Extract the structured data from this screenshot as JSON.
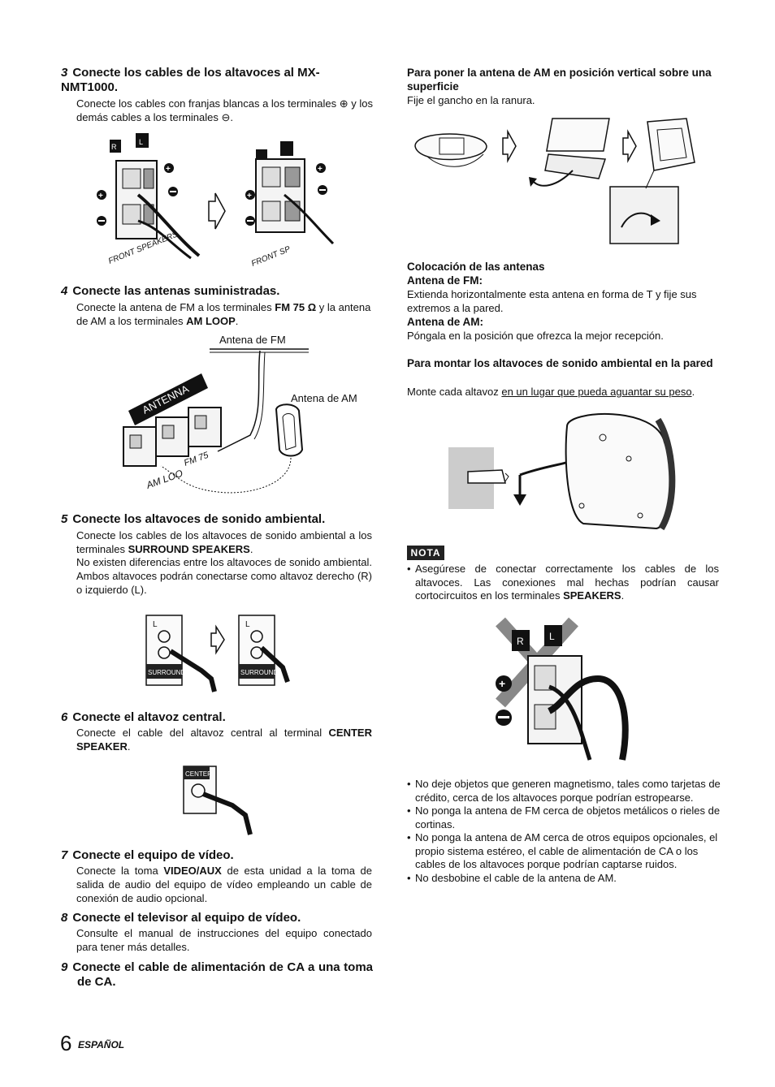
{
  "left": {
    "step3": {
      "num": "3",
      "title": "Conecte los cables de los altavoces al MX-NMT1000.",
      "text": "Conecte los cables con franjas blancas a los terminales ⊕ y los demás cables a los terminales ⊖."
    },
    "fig1": {
      "tag_r": "R",
      "tag_l": "L",
      "label_left": "FRONT SPEAKERS",
      "label_right": "FRONT SP"
    },
    "step4": {
      "num": "4",
      "title": "Conecte las antenas suministradas.",
      "text_a": "Conecte la antena de FM a los terminales ",
      "text_b": "FM 75 Ω",
      "text_c": " y la antena de AM a los terminales ",
      "text_d": "AM LOOP",
      "text_e": "."
    },
    "fig2": {
      "fm_label": "Antena de FM",
      "am_label": "Antena de AM",
      "antenna": "ANTENNA",
      "fm75": "FM 75",
      "amloop": "AM LOO"
    },
    "step5": {
      "num": "5",
      "title": "Conecte los altavoces de sonido ambiental.",
      "p1a": "Conecte los cables de los altavoces de sonido ambiental a los terminales ",
      "p1b": "SURROUND SPEAKERS",
      "p1c": ".",
      "p2": "No existen diferencias entre los altavoces de sonido ambiental. Ambos altavoces podrán conectarse como altavoz derecho (R) o izquierdo (L)."
    },
    "fig3": {
      "surround": "SURROUND",
      "tag_l": "L"
    },
    "step6": {
      "num": "6",
      "title": "Conecte el altavoz central.",
      "text_a": "Conecte el cable del altavoz central al terminal ",
      "text_b": "CENTER SPEAKER",
      "text_c": "."
    },
    "fig4": {
      "center": "CENTER"
    },
    "step7": {
      "num": "7",
      "title": "Conecte el equipo de vídeo.",
      "text_a": "Conecte la toma ",
      "text_b": "VIDEO/AUX",
      "text_c": " de esta unidad a la toma de salida de audio del equipo de vídeo empleando un cable de conexión de audio opcional."
    },
    "step8": {
      "num": "8",
      "title": "Conecte el televisor al equipo de vídeo.",
      "text": "Consulte el manual de instrucciones del equipo conectado para tener más detalles."
    },
    "step9": {
      "num": "9",
      "title": "Conecte el cable de alimentación de CA a una toma de CA."
    }
  },
  "right": {
    "am_vertical": {
      "title": "Para poner la antena de AM en posición vertical sobre una superficie",
      "text": "Fije el gancho en la ranura."
    },
    "placement": {
      "title": "Colocación de las antenas",
      "fm_head": "Antena de FM:",
      "fm_text": "Extienda horizontalmente esta antena en forma de T y fije sus extremos a la pared.",
      "am_head": "Antena de AM:",
      "am_text": "Póngala en la posición que ofrezca la mejor recepción."
    },
    "wall_mount": {
      "title": "Para montar los altavoces de sonido ambiental en la pared",
      "text_a": "Monte cada altavoz ",
      "text_b": "en un lugar que pueda aguantar su peso",
      "text_c": "."
    },
    "note": {
      "badge": "NOTA",
      "bullet_a": "Asegúrese de conectar correctamente los cables de los altavoces. Las conexiones mal hechas podrían causar cortocircuitos en los terminales ",
      "bullet_b": "SPEAKERS",
      "bullet_c": "."
    },
    "fig_x": {
      "tag_r": "R",
      "tag_l": "L"
    },
    "bullets": [
      "No deje objetos que generen magnetismo, tales como tarjetas de crédito, cerca de los altavoces porque podrían estropearse.",
      "No ponga la antena de FM cerca de objetos metálicos o rieles de cortinas.",
      "No ponga la antena de AM cerca de otros equipos opcionales, el propio sistema estéreo, el cable de alimentación de CA o los cables de los altavoces porque podrían captarse ruidos.",
      "No desbobine el cable de la antena de AM."
    ]
  },
  "footer": {
    "page": "6",
    "lang": "ESPAÑOL"
  }
}
